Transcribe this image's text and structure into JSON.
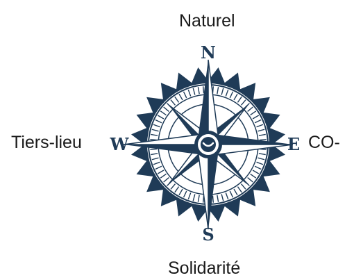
{
  "labels": {
    "top": "Naturel",
    "left": "Tiers-lieu",
    "right": "CO-",
    "bottom": "Solidarité"
  },
  "compass": {
    "north": "N",
    "south": "S",
    "east": "E",
    "west": "W",
    "color": "#1f3b57",
    "icon": "compass-rose-icon"
  }
}
